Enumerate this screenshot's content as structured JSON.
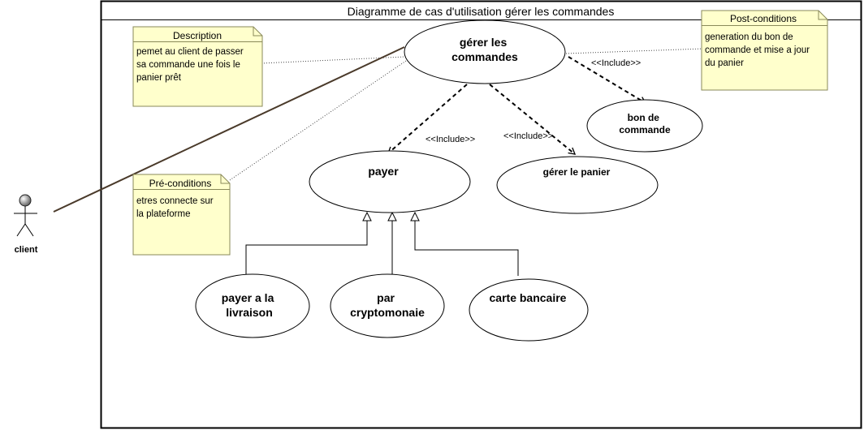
{
  "frame": {
    "title": "Diagramme de  cas d'utilisation gérer les commandes"
  },
  "actor": {
    "name": "client"
  },
  "use_cases": {
    "gerer_commandes": [
      "gérer les",
      "commandes"
    ],
    "payer": [
      "payer"
    ],
    "gerer_panier": [
      "gérer le panier"
    ],
    "bon_commande": [
      "bon de",
      "commande"
    ],
    "payer_livraison": [
      "payer a la",
      "livraison"
    ],
    "cryptomonaie": [
      "par",
      "cryptomonaie"
    ],
    "carte_bancaire": [
      "carte bancaire"
    ]
  },
  "relations": {
    "include_payer": "<<Include>>",
    "include_panier": "<<Include>>",
    "include_bon": "<<Include>>"
  },
  "notes": {
    "description": {
      "title": "Description",
      "lines": [
        "pemet au client de passer",
        "sa commande une fois le",
        "panier prêt"
      ]
    },
    "preconditions": {
      "title": "Pré-conditions",
      "lines": [
        "etres connecte sur",
        "la plateforme"
      ]
    },
    "postconditions": {
      "title": "Post-conditions",
      "lines": [
        "generation du bon de",
        "commande et mise a jour",
        "du panier"
      ]
    }
  },
  "colors": {
    "note_fill": "#ffffcc",
    "note_stroke": "#8a8a5a",
    "line": "#000000",
    "association": "#4a3a2a"
  }
}
